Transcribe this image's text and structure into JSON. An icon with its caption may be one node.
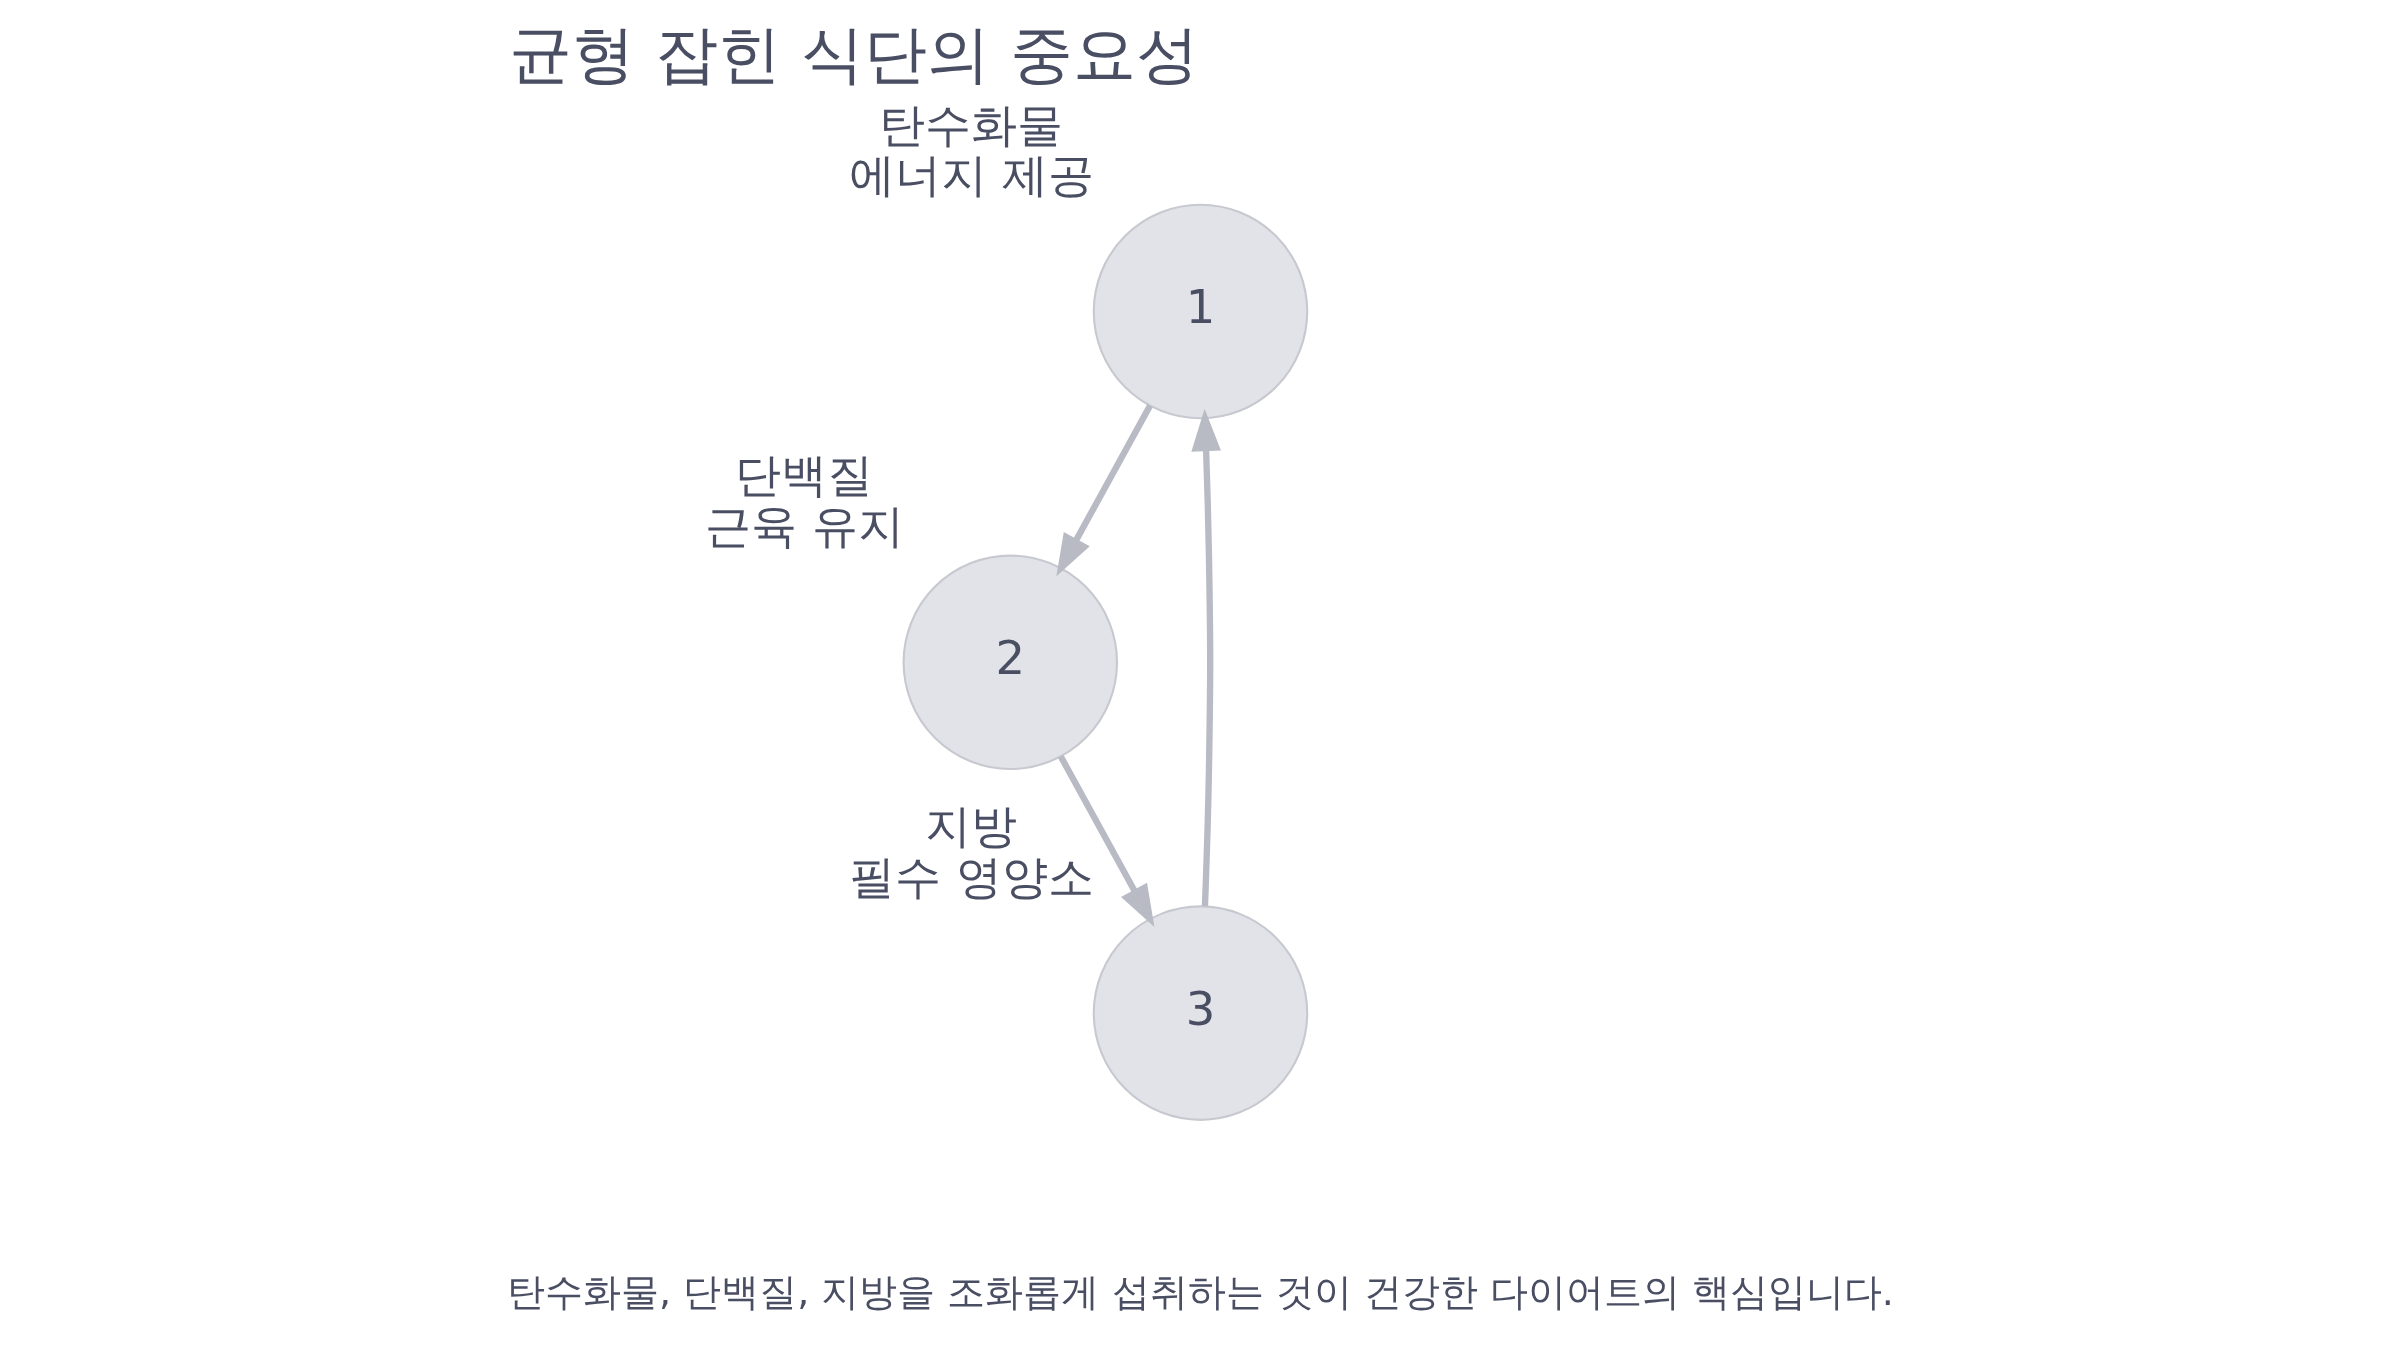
{
  "diagram": {
    "title": "균형 잡힌 식단의 중요성",
    "caption": "탄수화물, 단백질, 지방을 조화롭게 섭취하는 것이 건강한 다이어트의 핵심입니다.",
    "nodes": [
      {
        "text": [
          "1"
        ],
        "beside": [
          "탄수화물",
          "에너지 제공"
        ]
      },
      {
        "text": [
          "2"
        ],
        "beside": [
          "단백질",
          "근육 유지"
        ]
      },
      {
        "text": [
          "3"
        ],
        "beside": [
          "지방",
          "필수 영양소"
        ]
      }
    ],
    "edges": [
      {
        "from": 0,
        "to": 1,
        "arrow": "to"
      },
      {
        "from": 1,
        "to": 2,
        "arrow": "to"
      },
      {
        "from": 2,
        "to": 0,
        "arrow": "to"
      }
    ]
  }
}
